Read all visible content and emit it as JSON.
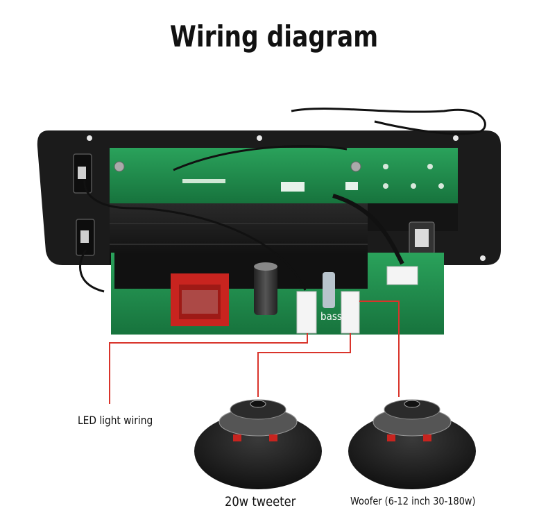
{
  "diagram": {
    "title": "Wiring diagram",
    "labels": {
      "bass": "bass",
      "led": "LED light wiring",
      "tweeter": "20w tweeter",
      "woofer": "Woofer (6-12 inch 30-180w)"
    },
    "colors": {
      "wire": "#d9342b",
      "pcb": "#1f8a4c",
      "panel": "#1b1b1b",
      "heatsink": "#141414",
      "transformer": "#c8241f"
    }
  }
}
